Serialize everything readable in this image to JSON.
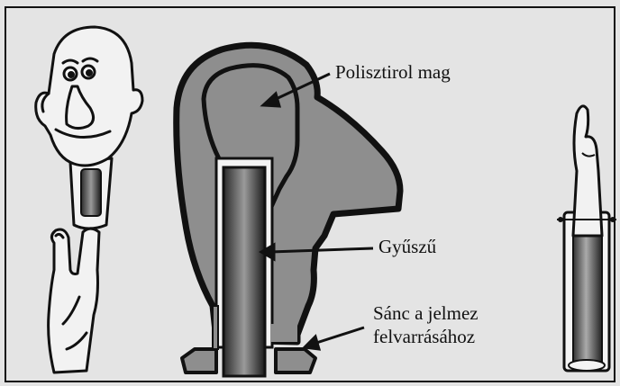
{
  "labels": {
    "core": "Polisztirol mag",
    "thimble": "Gyűszű",
    "rim_line1": "Sánc a jelmez",
    "rim_line2": "felvarrásához"
  },
  "colors": {
    "background": "#e4e4e4",
    "fill_gray": "#8e8e8e",
    "outline": "#111111"
  }
}
